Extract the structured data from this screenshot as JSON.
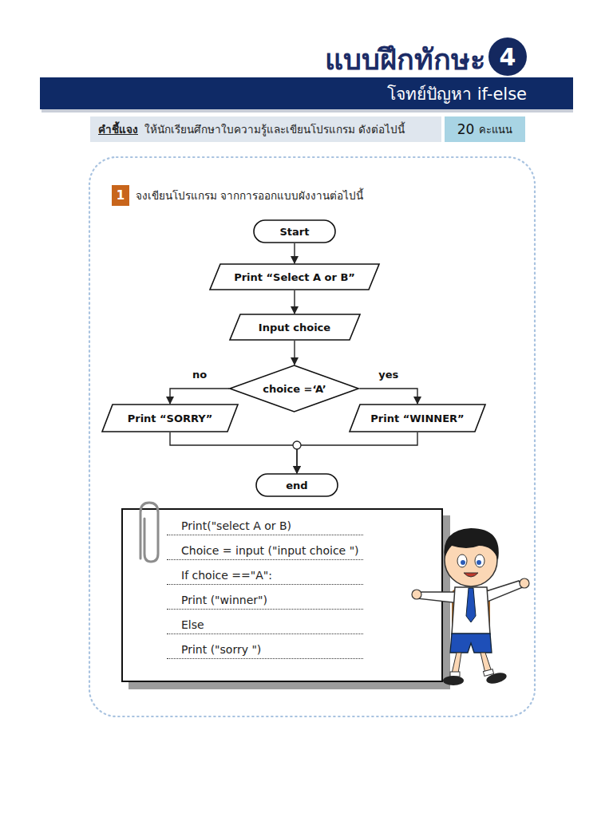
{
  "diagram": {
    "title": "แบบฝึกทักษะ",
    "nodes": [
      {
        "text": [
          "4"
        ]
      },
      {
        "text": [
          "โจทย์ปัญหา if-else"
        ]
      },
      {
        "text": [
          "คำชี้แจง",
          "ให้นักเรียนศึกษาใบความรู้และเขียนโปรแกรม ดังต่อไปนี้"
        ]
      },
      {
        "text": [
          "20",
          "คะแนน"
        ]
      },
      {
        "text": [
          "1"
        ]
      },
      {
        "text": [
          "Start"
        ]
      },
      {
        "text": [
          "Print “Select A or B”"
        ]
      },
      {
        "text": [
          "Input choice"
        ]
      },
      {
        "text": [
          "choice =‘A’"
        ]
      },
      {
        "text": [
          "Print “SORRY”"
        ]
      },
      {
        "text": [
          "Print “WINNER”"
        ]
      },
      {
        "text": [
          "end"
        ]
      },
      {
        "text": [
          "Print(\"select A or B)",
          "Choice = input (\"input choice \")",
          "If choice ==\"A\":",
          "Print (\"winner\")",
          "Else",
          "Print (\"sorry \")"
        ]
      }
    ],
    "edges": [
      {
        "from": 5,
        "to": 6,
        "arrow": "to"
      },
      {
        "from": 6,
        "to": 7,
        "arrow": "to"
      },
      {
        "from": 7,
        "to": 8,
        "arrow": "to"
      },
      {
        "from": 8,
        "to": 9,
        "label": "no",
        "arrow": "to"
      },
      {
        "from": 8,
        "to": 10,
        "label": "yes",
        "arrow": "to"
      },
      {
        "from": 9,
        "to": 11,
        "arrow": "to"
      },
      {
        "from": 10,
        "to": 11,
        "arrow": "to"
      }
    ],
    "labels": [
      "จงเขียนโปรแกรม จากการออกแบบผังงานต่อไปนี้"
    ]
  }
}
